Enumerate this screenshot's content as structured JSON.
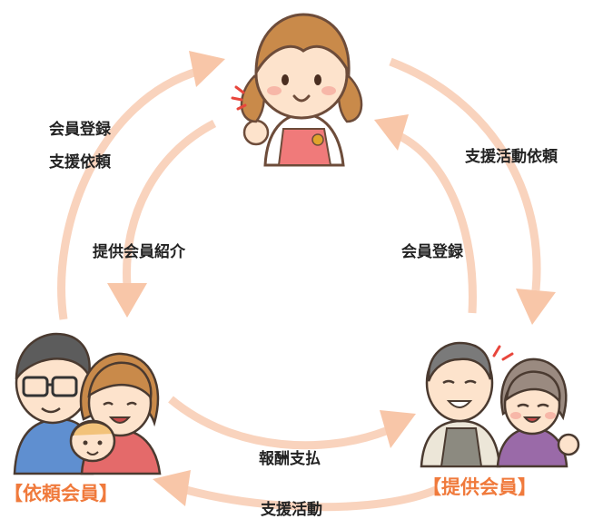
{
  "colors": {
    "arrow": "#f8cdb4",
    "role_label": "#f07a3c",
    "text": "#222222",
    "skin": "#fde3cc",
    "hair_coordinator": "#c98a4a",
    "apron": "#f07a7a"
  },
  "figures": {
    "coordinator": {
      "icon": "coordinator-woman-illustration"
    },
    "requester": {
      "icon": "family-illustration",
      "label": "【依頼会員】"
    },
    "provider": {
      "icon": "elderly-couple-illustration",
      "label": "【提供会員】"
    }
  },
  "labels": {
    "requester_to_center_line1": "会員登録",
    "requester_to_center_line2": "支援依頼",
    "center_to_requester": "提供会員紹介",
    "center_to_provider": "支援活動依頼",
    "provider_to_center": "会員登録",
    "requester_to_provider": "報酬支払",
    "provider_to_requester": "支援活動"
  }
}
